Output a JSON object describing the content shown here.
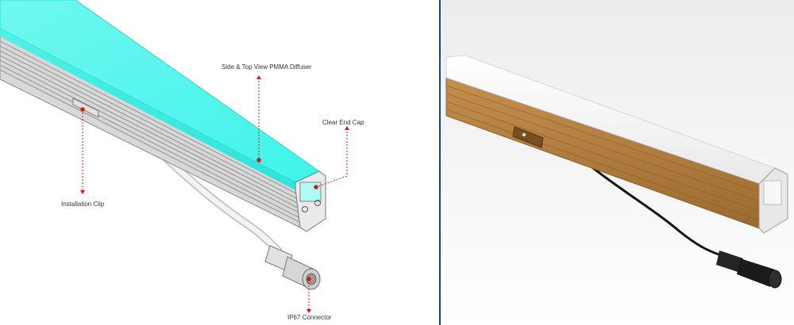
{
  "callouts": {
    "diffuser": "Side & Top View PMMA Diffuser",
    "end_cap": "Clear End Cap",
    "clip": "Installation Clip",
    "connector": "IP67 Connector"
  },
  "colors": {
    "divider": "#1e3a8a",
    "diffuser_glow": "#3ff3e9",
    "callout_line": "#d31b1b",
    "wood_profile": "#b27a3b",
    "connector_body": "#1f1f1f"
  }
}
